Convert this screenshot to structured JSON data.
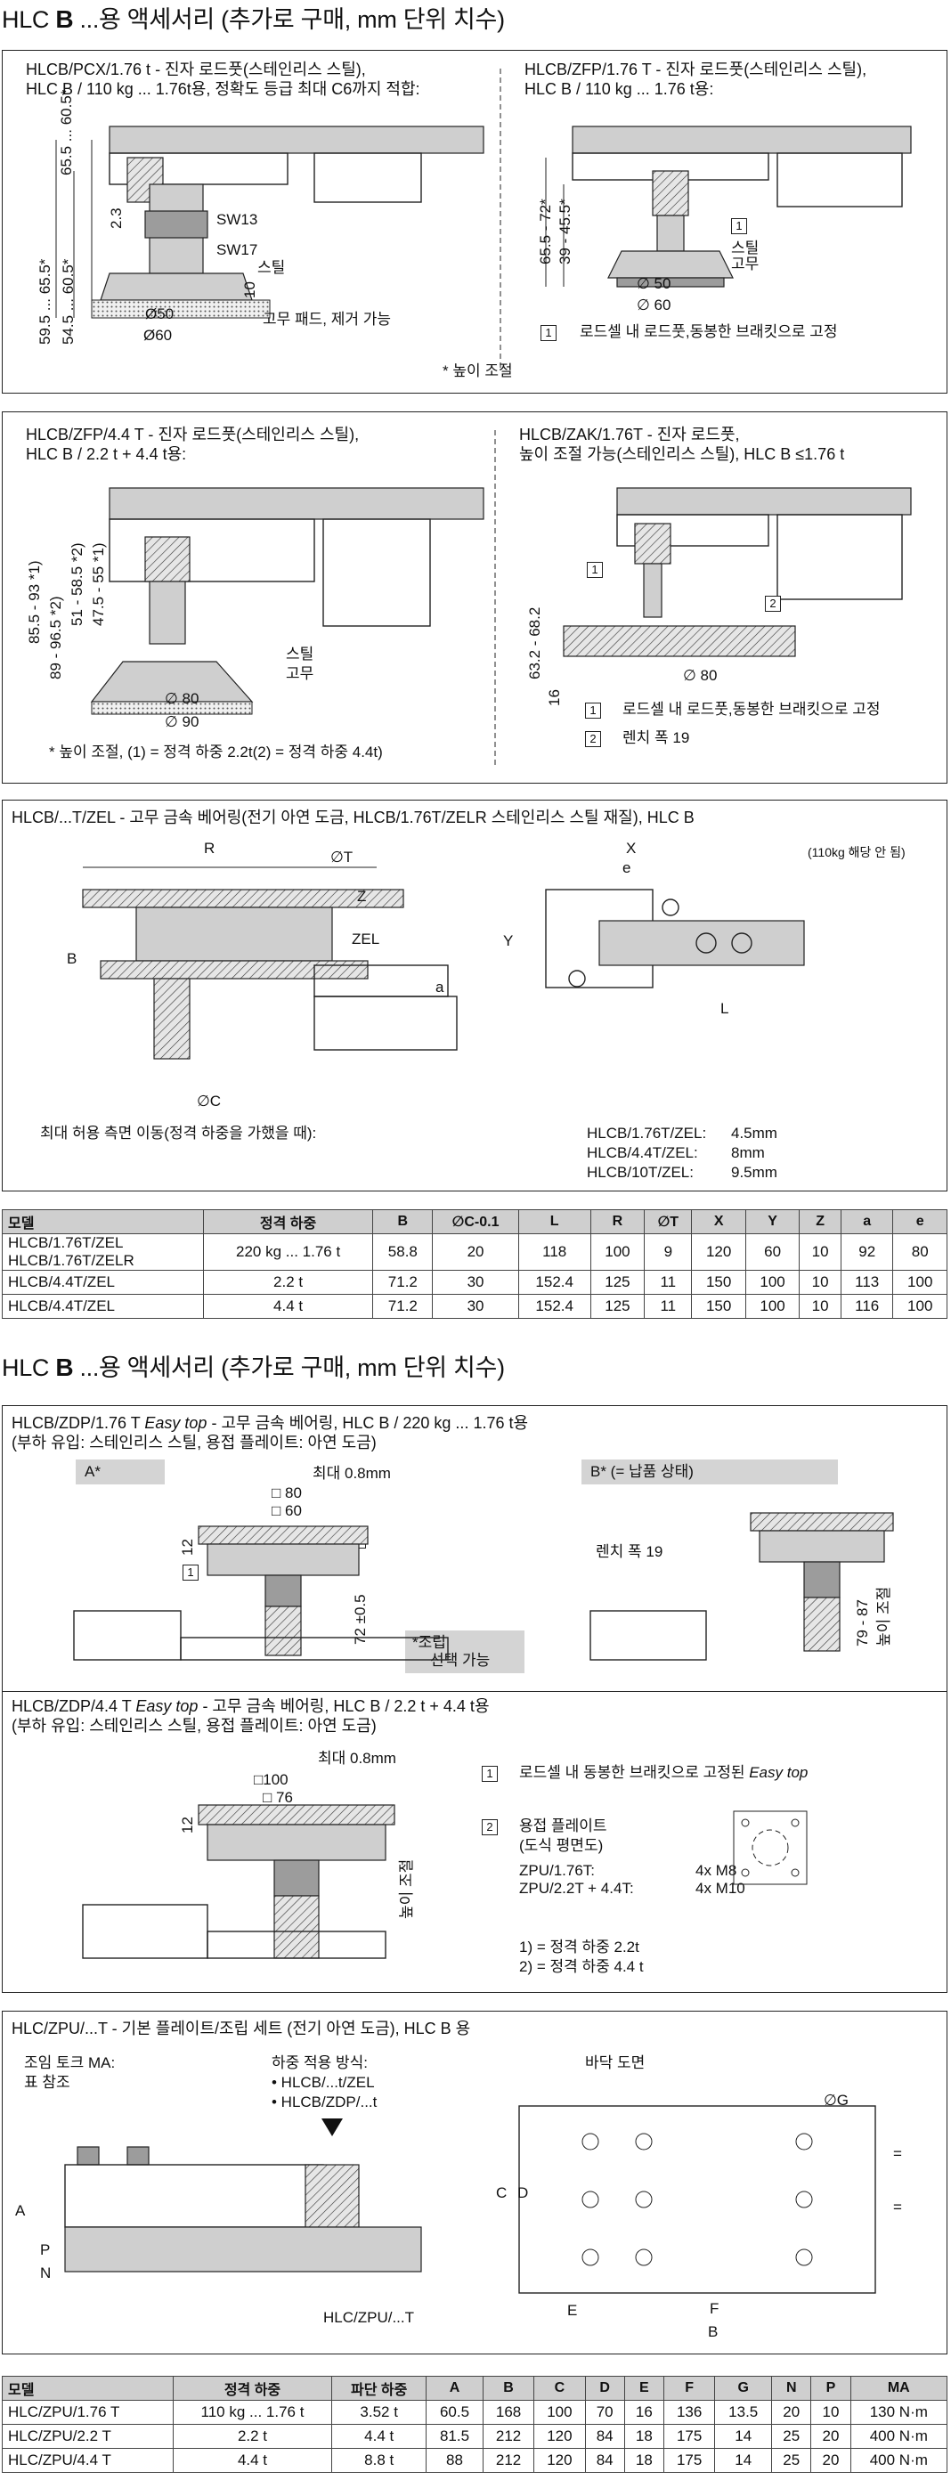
{
  "sec1_title": {
    "prefix": "HLC ",
    "bold": "B",
    "suffix": " ...용 액세서리 (추가로 구매, mm 단위 치수)"
  },
  "p1": {
    "l1": "HLCB/PCX/1.76 t - 진자 로드풋(스테인리스 스틸),",
    "l2": "HLC B / 110 kg ... 1.76t용,  정확도 등급 최대 C6까지 적합:",
    "dim_a": "65.5 ... 60.5*",
    "dim_b": "59.5 ... 65.5*",
    "dim_c": "54.5 ... 60.5*",
    "dim_23": "2.3",
    "sw13": "SW13",
    "sw17": "SW17",
    "steel": "스틸",
    "d10": "10",
    "d50": "Ø50",
    "d60": "Ø60",
    "rubber": "고무 패드, 제거 가능"
  },
  "p1r": {
    "l1": "HLCB/ZFP/1.76 T - 진자 로드풋(스테인리스 스틸),",
    "l2": "HLC B / 110 kg ... 1.76 t용:",
    "dim_a": "65.5 - 72*",
    "dim_b": "39 - 45.5*",
    "n1": "1",
    "steel": "스틸",
    "rubber": "고무",
    "d50": "∅ 50",
    "d60": "∅ 60",
    "note_num": "1",
    "note": "로드셀 내 로드풋,동봉한 브래킷으로 고정",
    "foot": "* 높이 조절"
  },
  "p2": {
    "l1": "HLCB/ZFP/4.4 T - 진자 로드풋(스테인리스 스틸),",
    "l2": "HLC B / 2.2 t + 4.4 t용:",
    "dim_a": "85.5 - 93 *1)",
    "dim_b": "89 - 96.5 *2)",
    "dim_c": "51 - 58.5 *2)",
    "dim_d": "47.5 - 55 *1)",
    "steel": "스틸",
    "rubber": "고무",
    "d80": "∅ 80",
    "d90": "∅ 90",
    "foot": "* 높이 조절, (1) = 정격 하중 2.2t(2) = 정격 하중 4.4t)"
  },
  "p2r": {
    "l1": "HLCB/ZAK/1.76T - 진자 로드풋,",
    "l2": "높이 조절 가능(스테인리스 스틸),  HLC B ≤1.76 t",
    "dim_a": "63.2 - 68.2",
    "dim_b": "16",
    "n1": "1",
    "n2": "2",
    "d80": "∅ 80",
    "note1_num": "1",
    "note1": "로드셀 내 로드풋,동봉한 브래킷으로 고정",
    "note2_num": "2",
    "note2": "렌치 폭 19"
  },
  "p3": {
    "l1": "HLCB/...T/ZEL - 고무 금속 베어링(전기 아연 도금, HLCB/1.76T/ZELR 스테인리스 스틸 재질), HLC B",
    "small": "(110kg 해당 안 됨)",
    "R": "R",
    "T": "∅T",
    "Z": "Z",
    "B": "B",
    "ZEL": "ZEL",
    "a": "a",
    "C": "∅C",
    "X": "X",
    "e": "e",
    "Y": "Y",
    "L": "L",
    "lateral": "최대 허용 측면 이동(정격 하중을 가했을 때):",
    "lat_rows": [
      {
        "m": "HLCB/1.76T/ZEL:",
        "v": "4.5mm"
      },
      {
        "m": "HLCB/4.4T/ZEL:",
        "v": "8mm"
      },
      {
        "m": "HLCB/10T/ZEL:",
        "v": "9.5mm"
      }
    ]
  },
  "table1": {
    "headers": [
      "모델",
      "정격 하중",
      "B",
      "∅C-0.1",
      "L",
      "R",
      "∅T",
      "X",
      "Y",
      "Z",
      "a",
      "e"
    ],
    "rows": [
      [
        "HLCB/1.76T/ZEL\nHLCB/1.76T/ZELR",
        "220 kg ... 1.76 t",
        "58.8",
        "20",
        "118",
        "100",
        "9",
        "120",
        "60",
        "10",
        "92",
        "80"
      ],
      [
        "HLCB/4.4T/ZEL",
        "2.2 t",
        "71.2",
        "30",
        "152.4",
        "125",
        "11",
        "150",
        "100",
        "10",
        "113",
        "100"
      ],
      [
        "HLCB/4.4T/ZEL",
        "4.4 t",
        "71.2",
        "30",
        "152.4",
        "125",
        "11",
        "150",
        "100",
        "10",
        "116",
        "100"
      ]
    ]
  },
  "sec2_title": {
    "prefix": "HLC ",
    "bold": "B",
    "suffix": " ...용 액세서리 (추가로 구매, mm 단위 치수)"
  },
  "p4": {
    "l1a": "HLCB/ZDP/1.76 T ",
    "l1b": "Easy top",
    "l1c": " - 고무 금속 베어링, HLC B / 220 kg ... 1.76 t용",
    "l2": "(부하 유입: 스테인리스 스틸, 용접 플레이트: 아연 도금)",
    "A": "A*",
    "B": "B* (= 납품 상태)",
    "max": "최대 0.8mm",
    "d80": "□ 80",
    "d60": "□ 60",
    "d12": "12",
    "n1": "1",
    "n2": "2",
    "dim72": "72 ±0.5",
    "wrench": "렌치 폭 19",
    "dim79": "79 - 87",
    "height": "높이 조절",
    "asm1": "*조립",
    "asm2": "선택 가능",
    "l3a": "HLCB/ZDP/4.4 T  ",
    "l3b": "Easy top",
    "l3c": " - 고무 금속 베어링, HLC B / 2.2 t + 4.4 t용",
    "l4": "(부하 유입: 스테인리스 스틸, 용접 플레이트: 아연 도금)",
    "max2": "최대 0.8mm",
    "d100": "□100",
    "d76": "□ 76",
    "d12b": "12",
    "height2": "높이 조절",
    "note1_num": "1",
    "note1a": "로드셀 내 동봉한 브래킷으로 고정된 ",
    "note1b": "Easy top",
    "note2_num": "2",
    "note2a": "용접 플레이트",
    "note2b": "(도식 평면도)",
    "zpu1": "ZPU/1.76T:",
    "zpu1v": "4x M8",
    "zpu2": "ZPU/2.2T + 4.4T:",
    "zpu2v": "4x M10",
    "r1": "1) =  정격 하중 2.2t",
    "r2": "2) =  정격 하중 4.4 t"
  },
  "p5": {
    "l1": "HLC/ZPU/...T - 기본 플레이트/조립 세트 (전기 아연 도금),  HLC B 용",
    "torque1": "조임 토크 MA:",
    "torque2": "표 참조",
    "load1": "하중 적용 방식:",
    "load2": "• HLCB/...t/ZEL",
    "load3": "• HLCB/ZDP/...t",
    "floor": "바닥 도면",
    "G": "∅G",
    "C": "C",
    "D": "D",
    "E": "E",
    "F": "F",
    "B": "B",
    "A": "A",
    "P": "P",
    "N": "N",
    "part": "HLC/ZPU/...T",
    "eq": "="
  },
  "table2": {
    "headers": [
      "모델",
      "정격 하중",
      "파단 하중",
      "A",
      "B",
      "C",
      "D",
      "E",
      "F",
      "G",
      "N",
      "P",
      "MA"
    ],
    "rows": [
      [
        "HLC/ZPU/1.76 T",
        "110 kg ... 1.76 t",
        "3.52 t",
        "60.5",
        "168",
        "100",
        "70",
        "16",
        "136",
        "13.5",
        "20",
        "10",
        "130 N·m"
      ],
      [
        "HLC/ZPU/2.2 T",
        "2.2 t",
        "4.4 t",
        "81.5",
        "212",
        "120",
        "84",
        "18",
        "175",
        "14",
        "25",
        "20",
        "400 N·m"
      ],
      [
        "HLC/ZPU/4.4 T",
        "4.4 t",
        "8.8 t",
        "88",
        "212",
        "120",
        "84",
        "18",
        "175",
        "14",
        "25",
        "20",
        "400 N·m"
      ]
    ]
  }
}
